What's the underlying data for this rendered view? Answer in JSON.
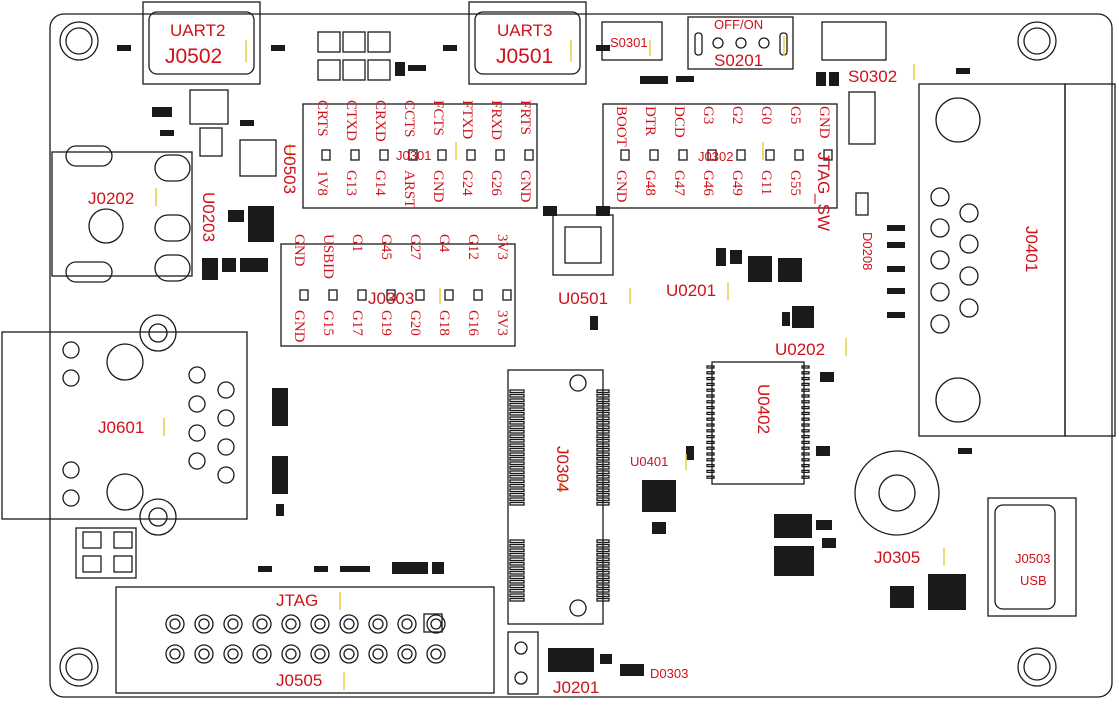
{
  "labels": {
    "uart2": "UART2",
    "j0502": "J0502",
    "uart3": "UART3",
    "j0501": "J0501",
    "s0301": "S0301",
    "offon": "OFF/ON",
    "s0201": "S0201",
    "s0302": "S0302",
    "j0301": "J0301",
    "j0302": "J0302",
    "j0303": "J0303",
    "u0503": "U0503",
    "u0203": "U0203",
    "j0202": "J0202",
    "jtag_sw": "JTAG_SW",
    "d0208": "D0208",
    "j0401": "J0401",
    "u0501": "U0501",
    "u0201": "U0201",
    "u0202": "U0202",
    "u0402": "U0402",
    "u0401": "U0401",
    "j0304": "J0304",
    "j0601": "J0601",
    "j0305": "J0305",
    "j0503": "J0503",
    "usb": "USB",
    "jtag": "JTAG",
    "j0505": "J0505",
    "j0201": "J0201",
    "d0303": "D0303"
  },
  "j0301_top": [
    "CRTS",
    "CTXD",
    "CRXD",
    "CCTS",
    "FCTS",
    "FTXD",
    "FRXD",
    "FRTS"
  ],
  "j0301_bottom": [
    "1V8",
    "G13",
    "G14",
    "ARST",
    "GND",
    "G24",
    "G26",
    "GND"
  ],
  "j0302_top": [
    "BOOT",
    "DTR",
    "DCD",
    "G3",
    "G2",
    "G0",
    "G5",
    "GND"
  ],
  "j0302_bottom": [
    "GND",
    "G48",
    "G47",
    "G46",
    "G49",
    "G11",
    "G55"
  ],
  "j0303_top": [
    "GND",
    "USBID",
    "G1",
    "G45",
    "G27",
    "G4",
    "G12",
    "3V3"
  ],
  "j0303_bottom": [
    "GND",
    "G15",
    "G17",
    "G19",
    "G20",
    "G18",
    "G16",
    "3V3"
  ],
  "colors": {
    "label": "#d0101a",
    "outline": "#1a1a1a",
    "marker": "#e8d44d"
  }
}
